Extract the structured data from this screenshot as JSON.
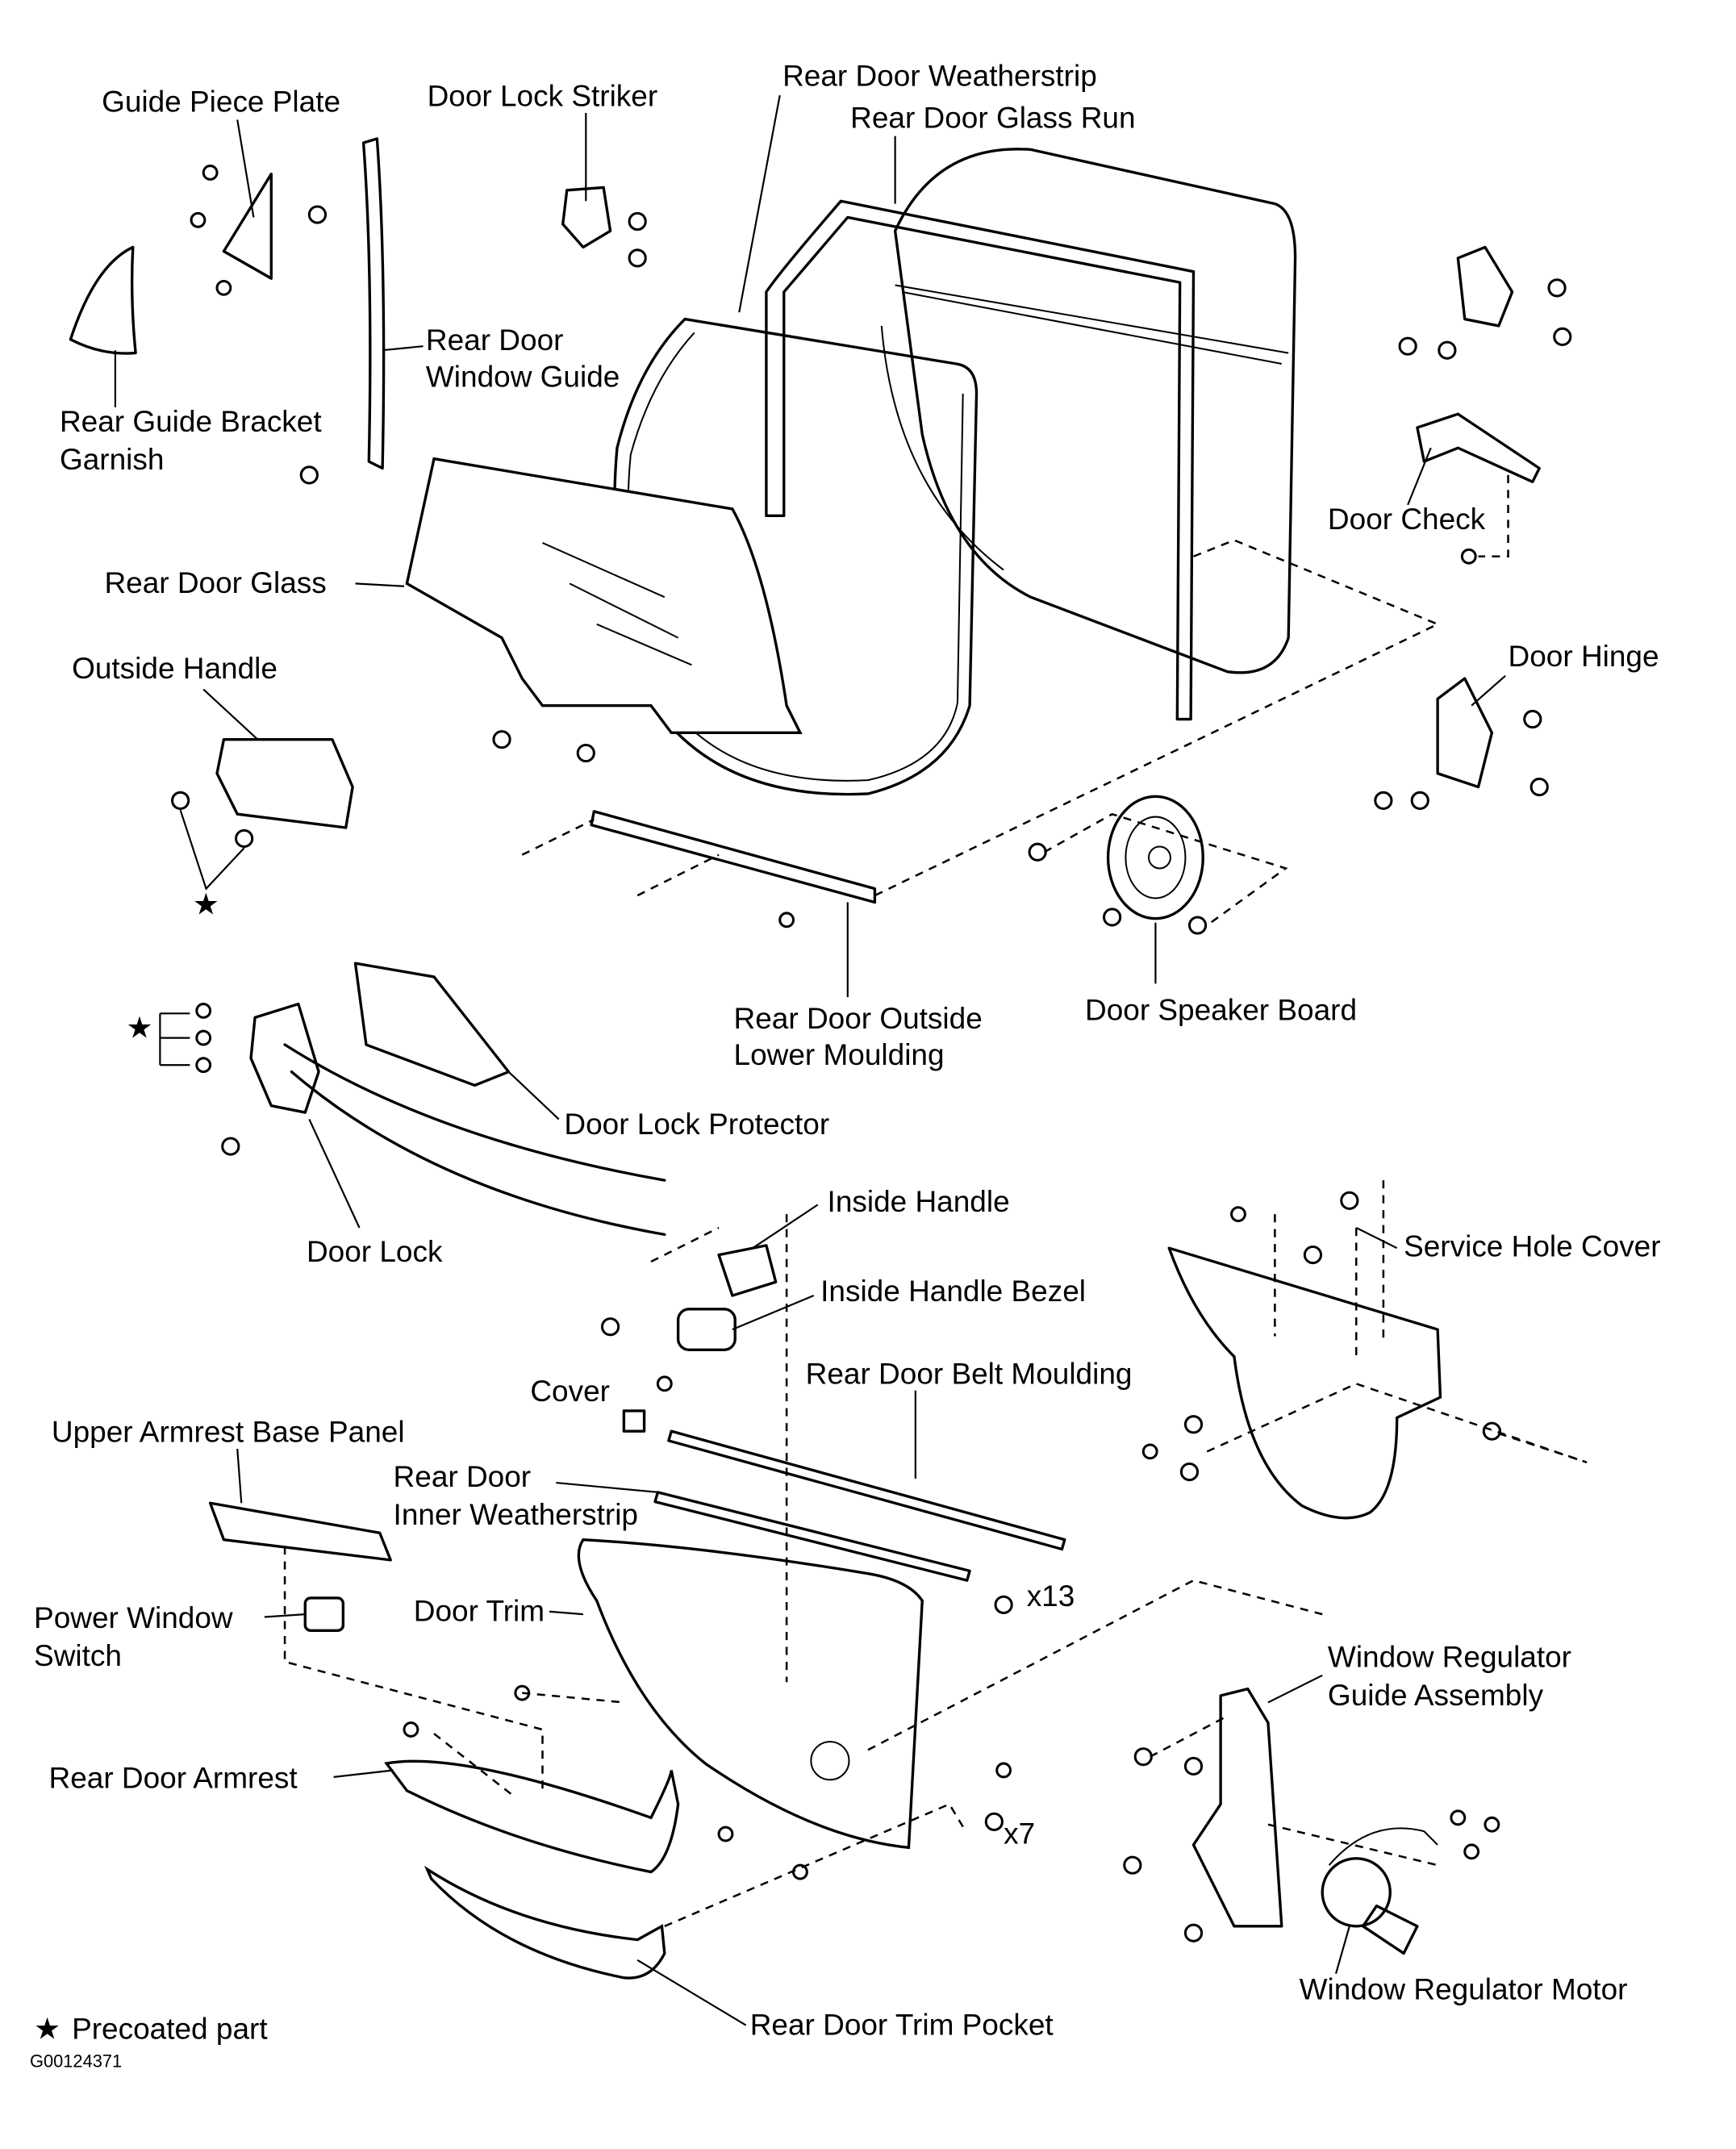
{
  "diagram": {
    "labels": {
      "guide_piece_plate": "Guide Piece Plate",
      "door_lock_striker": "Door Lock Striker",
      "rear_door_weatherstrip": "Rear Door Weatherstrip",
      "rear_door_glass_run": "Rear Door Glass Run",
      "rear_door_window_guide_1": "Rear Door",
      "rear_door_window_guide_2": "Window Guide",
      "rear_guide_bracket_garnish_1": "Rear Guide Bracket",
      "rear_guide_bracket_garnish_2": "Garnish",
      "rear_door_glass": "Rear Door Glass",
      "door_check": "Door Check",
      "outside_handle": "Outside Handle",
      "door_hinge": "Door Hinge",
      "rear_door_outside_lower_moulding_1": "Rear Door Outside",
      "rear_door_outside_lower_moulding_2": "Lower Moulding",
      "door_speaker_board": "Door Speaker Board",
      "door_lock_protector": "Door Lock Protector",
      "door_lock": "Door Lock",
      "inside_handle": "Inside Handle",
      "service_hole_cover": "Service Hole Cover",
      "inside_handle_bezel": "Inside Handle Bezel",
      "cover": "Cover",
      "rear_door_belt_moulding": "Rear Door Belt Moulding",
      "upper_armrest_base_panel": "Upper Armrest Base Panel",
      "rear_door_inner_weatherstrip_1": "Rear Door",
      "rear_door_inner_weatherstrip_2": "Inner Weatherstrip",
      "door_trim": "Door Trim",
      "power_window_switch_1": "Power Window",
      "power_window_switch_2": "Switch",
      "window_regulator_guide_assembly_1": "Window Regulator",
      "window_regulator_guide_assembly_2": "Guide Assembly",
      "rear_door_armrest": "Rear Door Armrest",
      "window_regulator_motor": "Window Regulator Motor",
      "rear_door_trim_pocket": "Rear Door Trim Pocket"
    },
    "quantities": {
      "clips_x13": "x13",
      "clips_x7": "x7"
    },
    "legend": {
      "star_symbol": "★",
      "precoated_text": "Precoated part"
    },
    "figure_code": "G00124371",
    "icons": {
      "precoated_marker": "star-icon"
    },
    "colors": {
      "line": "#000000",
      "background": "#ffffff"
    }
  }
}
